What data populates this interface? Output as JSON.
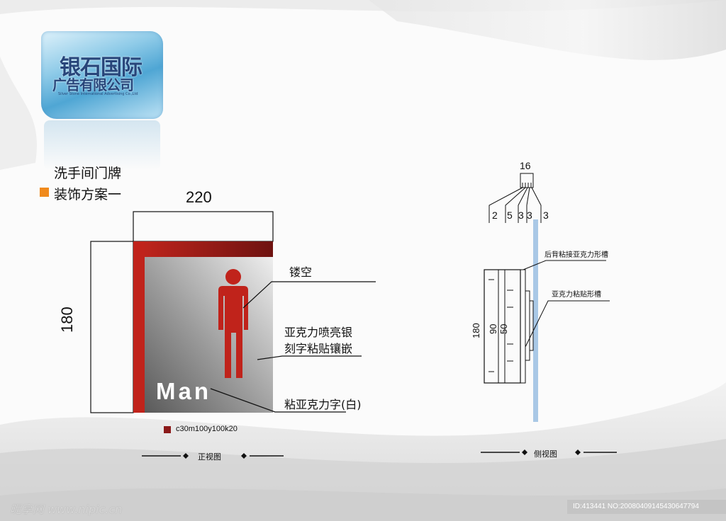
{
  "logo": {
    "line1": "银石国际",
    "line2": "广告有限公司",
    "line3": "Silver Stone International Advertising Co.,Ltd"
  },
  "title": {
    "line1": "洗手间门牌",
    "line2": "装饰方案一"
  },
  "front_view": {
    "width_dim": "220",
    "height_dim": "180",
    "sign_text": "Man",
    "callout_hollow": "镂空",
    "callout_acrylic_line1": "亚克力喷亮银",
    "callout_acrylic_line2": "刻字粘贴镶嵌",
    "callout_white": "粘亚克力字(白)",
    "color_code": "c30m100y100k20",
    "caption": "正视图"
  },
  "side_view": {
    "top_dim": "16",
    "sub_dims": [
      "2",
      "5",
      "3",
      "3",
      "3"
    ],
    "height_dim": "180",
    "inner_dim_1": "90",
    "inner_dim_2": "50",
    "callout_back": "后背粘接亚克力形槽",
    "callout_front": "亚克力粘贴形槽",
    "caption": "侧视图"
  },
  "footer": {
    "site": "昵享网 www.nipic.cn",
    "id_text": "ID:413441 NO:20080409145430647794"
  },
  "colors": {
    "accent_orange": "#f08a1c",
    "sign_red": "#c0231b",
    "swatch_red": "#8b1a1a",
    "glass_blue": "#a9c8e6"
  }
}
